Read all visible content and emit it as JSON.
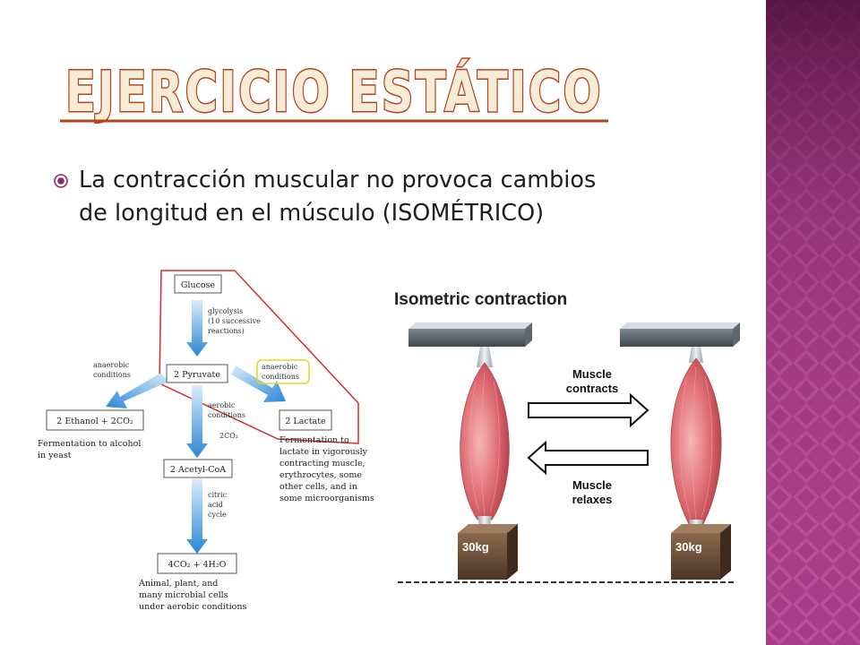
{
  "slide": {
    "title": "Ejercicio estático",
    "bullet": {
      "line1": "La contracción muscular no provoca cambios",
      "line2": "de longitud en el músculo (ISOMÉTRICO)"
    }
  },
  "colors": {
    "title_fill": "#f7ecd7",
    "title_stroke": "#b5441a",
    "accent_purple": "#8a2c6a",
    "sidebar_light": "#c8589f",
    "sidebar_dark": "#6c1d54",
    "flow_blue": "#3a8fd9",
    "highlight_red": "#d62a2a",
    "highlight_yellow": "#e8d52a"
  },
  "metabolism": {
    "glucose": "Glucose",
    "glycolysis": [
      "glycolysis",
      "(10 successive",
      "reactions)"
    ],
    "pyruvate": "2 Pyruvate",
    "anaerobic_left": [
      "anaerobic",
      "conditions"
    ],
    "anaerobic_right": [
      "anaerobic",
      "conditions"
    ],
    "aerobic": [
      "aerobic",
      "conditions"
    ],
    "ethanol": "2 Ethanol + 2CO₂",
    "ethanol_note": [
      "Fermentation to alcohol",
      "in yeast"
    ],
    "lactate": "2 Lactate",
    "lactate_note": [
      "Fermentation to",
      "lactate in vigorously",
      "contracting muscle,",
      "erythrocytes, some",
      "other cells, and in",
      "some microorganisms"
    ],
    "co2": "2CO₂",
    "acetyl": "2 Acetyl-CoA",
    "citric": [
      "citric",
      "acid",
      "cycle"
    ],
    "final": "4CO₂ + 4H₂O",
    "final_note": [
      "Animal, plant, and",
      "many microbial cells",
      "under aerobic conditions"
    ]
  },
  "isometric": {
    "title": "Isometric contraction",
    "contracts": [
      "Muscle",
      "contracts"
    ],
    "relaxes": [
      "Muscle",
      "relaxes"
    ],
    "weight_left": "30kg",
    "weight_right": "30kg"
  }
}
